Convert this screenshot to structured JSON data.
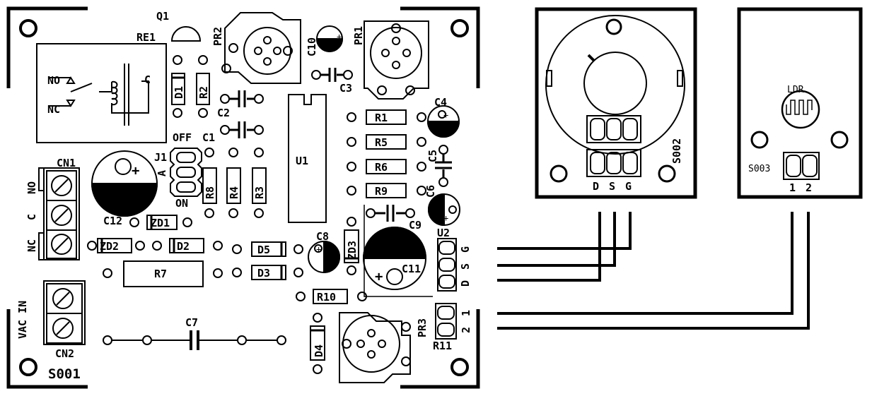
{
  "boards": {
    "main": {
      "id": "S001",
      "relay": {
        "ref": "RE1",
        "no": "NO",
        "nc": "NC",
        "c": "C"
      },
      "connectors": {
        "cn1": {
          "ref": "CN1",
          "pins": [
            "NO",
            "C",
            "NC"
          ]
        },
        "cn2": {
          "ref": "CN2",
          "label": "VAC IN"
        }
      },
      "jumper": {
        "ref": "J1",
        "top": "OFF",
        "side": "A",
        "bottom": "ON"
      },
      "header_u2": {
        "ref": "U2",
        "pins": [
          "G",
          "S",
          "D"
        ]
      },
      "header_r11": {
        "ref": "R11",
        "pins": [
          "1",
          "2"
        ]
      },
      "components": {
        "q1": "Q1",
        "pr1": "PR1",
        "pr2": "PR2",
        "pr3": "PR3",
        "d1": "D1",
        "d2": "D2",
        "d3": "D3",
        "d4": "D4",
        "d5": "D5",
        "r1": "R1",
        "r2": "R2",
        "r3": "R3",
        "r4": "R4",
        "r5": "R5",
        "r6": "R6",
        "r7": "R7",
        "r8": "R8",
        "r9": "R9",
        "r10": "R10",
        "c1": "C1",
        "c2": "C2",
        "c3": "C3",
        "c4": "C4",
        "c5": "C5",
        "c6": "C6",
        "c7": "C7",
        "c8": "C8",
        "c9": "C9",
        "c10": "C10",
        "c11": "C11",
        "c12": "C12",
        "zd1": "ZD1",
        "zd2": "ZD2",
        "zd3": "ZD3",
        "u1": "U1"
      }
    },
    "pir": {
      "id": "S002",
      "pins": [
        "D",
        "S",
        "G"
      ]
    },
    "ldr": {
      "id": "S003",
      "part": "LDR",
      "pins": [
        "1",
        "2"
      ]
    }
  },
  "symbols": {
    "plus": "+"
  }
}
